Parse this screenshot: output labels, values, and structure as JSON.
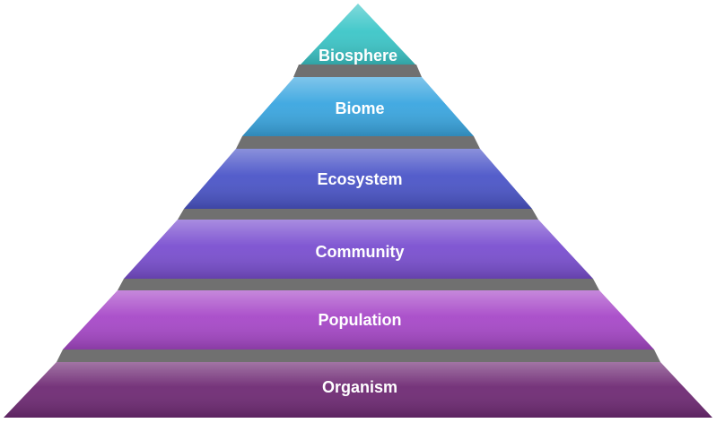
{
  "diagram": {
    "type": "pyramid",
    "tiers": [
      {
        "label": "Biosphere",
        "color": "#3cc6c8"
      },
      {
        "label": "Biome",
        "color": "#3aa6e0"
      },
      {
        "label": "Ecosystem",
        "color": "#4b55c8"
      },
      {
        "label": "Community",
        "color": "#7a4fd0"
      },
      {
        "label": "Population",
        "color": "#a748c8"
      },
      {
        "label": "Organism",
        "color": "#6f2a74"
      }
    ],
    "separator_color": "#707070"
  }
}
